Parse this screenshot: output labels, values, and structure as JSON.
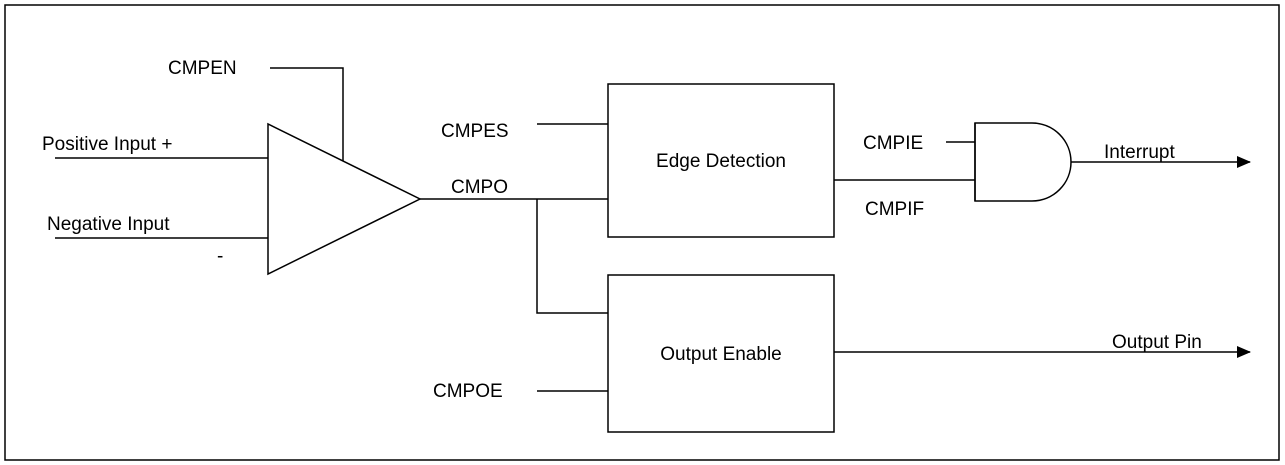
{
  "diagram": {
    "labels": {
      "cmpen": "CMPEN",
      "positive_input": "Positive Input +",
      "negative_input": "Negative Input",
      "negative_sign": "-",
      "cmpes": "CMPES",
      "cmpo": "CMPO",
      "cmpoe": "CMPOE",
      "cmpie": "CMPIE",
      "cmpif": "CMPIF",
      "interrupt": "Interrupt",
      "output_pin": "Output Pin"
    },
    "blocks": {
      "edge_detection": "Edge Detection",
      "output_enable": "Output Enable"
    }
  }
}
